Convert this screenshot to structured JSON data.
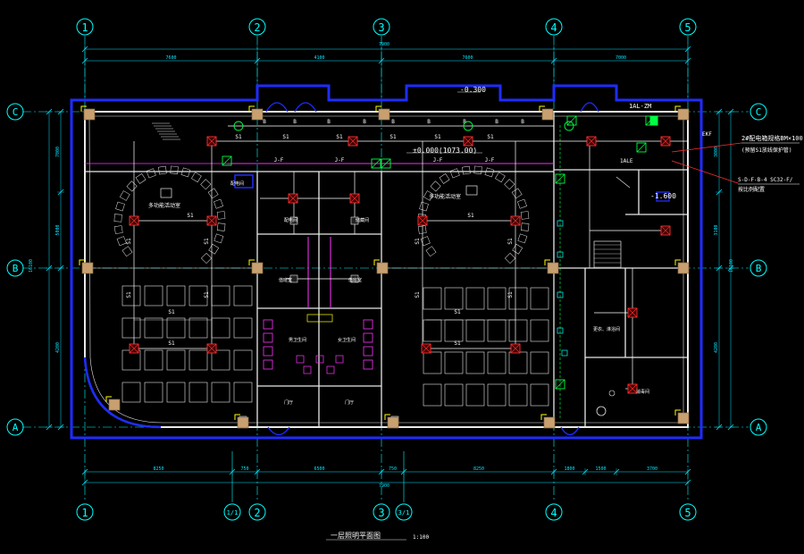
{
  "colors": {
    "background": "#000000",
    "axis": "#00ffff",
    "dim": "#00e5ff",
    "wall": "#e8e8e8",
    "blue_wall": "#1f2cff",
    "column": "#c8a070",
    "column_mark": "#ffff00",
    "symbol": "#ff3030",
    "circuit": "#ffffff",
    "ring": "#ff33ff",
    "green": "#00ff44",
    "yellow": "#ffff00",
    "annotation": "#ffffff"
  },
  "grid_labels": {
    "columns": [
      "1",
      "2",
      "3",
      "4",
      "5"
    ],
    "rows": [
      "C",
      "B",
      "A"
    ],
    "sub_axes": [
      "1/1",
      "3/1"
    ]
  },
  "labels": {
    "elev_top": "-0.300",
    "elev_mid": "±0.000(1073.00)",
    "elev_stair": "-1.600",
    "circuit_s1": "S1",
    "circuit_b": "B",
    "circuit_jf": "J-F",
    "panel_code": "1AL-ZM",
    "callout_1": "2#配电箱规格BM×100",
    "callout_1b": "(预留S1放线保护管)",
    "callout_2": "S-D-F-B-4 SC32-F/",
    "callout_2b": "按比例配置",
    "label_ekf": "EKF",
    "label_1ale": "1ALE",
    "title": "一层照明平面图",
    "scale": "1:100",
    "top_total": "7900",
    "bottom_total": "7900",
    "right_total": "16100",
    "left_total": "16100"
  },
  "dimensions": {
    "top_row": [
      "7600",
      "4100",
      "7600",
      "7000"
    ],
    "bottom_row": [
      "8250",
      "750",
      "6500",
      "750",
      "8250",
      "1800",
      "1500",
      "3700"
    ],
    "left_col": [
      "7000",
      "5000",
      "4200"
    ],
    "right_col": [
      "3000",
      "3100",
      "4200"
    ]
  },
  "rooms": {
    "room_left_top": "多功能活动室",
    "room_right_top": "多功能活动室",
    "room_mid_1": "配电间",
    "room_mid_2": "储藏间",
    "room_mid_3": "值班室",
    "room_mid_4": "值班室",
    "room_wc_m": "男卫生间",
    "room_wc_f": "女卫生间",
    "room_bottom_1": "门厅",
    "room_bottom_2": "门厅",
    "room_right_1": "更衣、淋浴间",
    "room_right_2": "消毒间",
    "room_corner": "配电间"
  }
}
